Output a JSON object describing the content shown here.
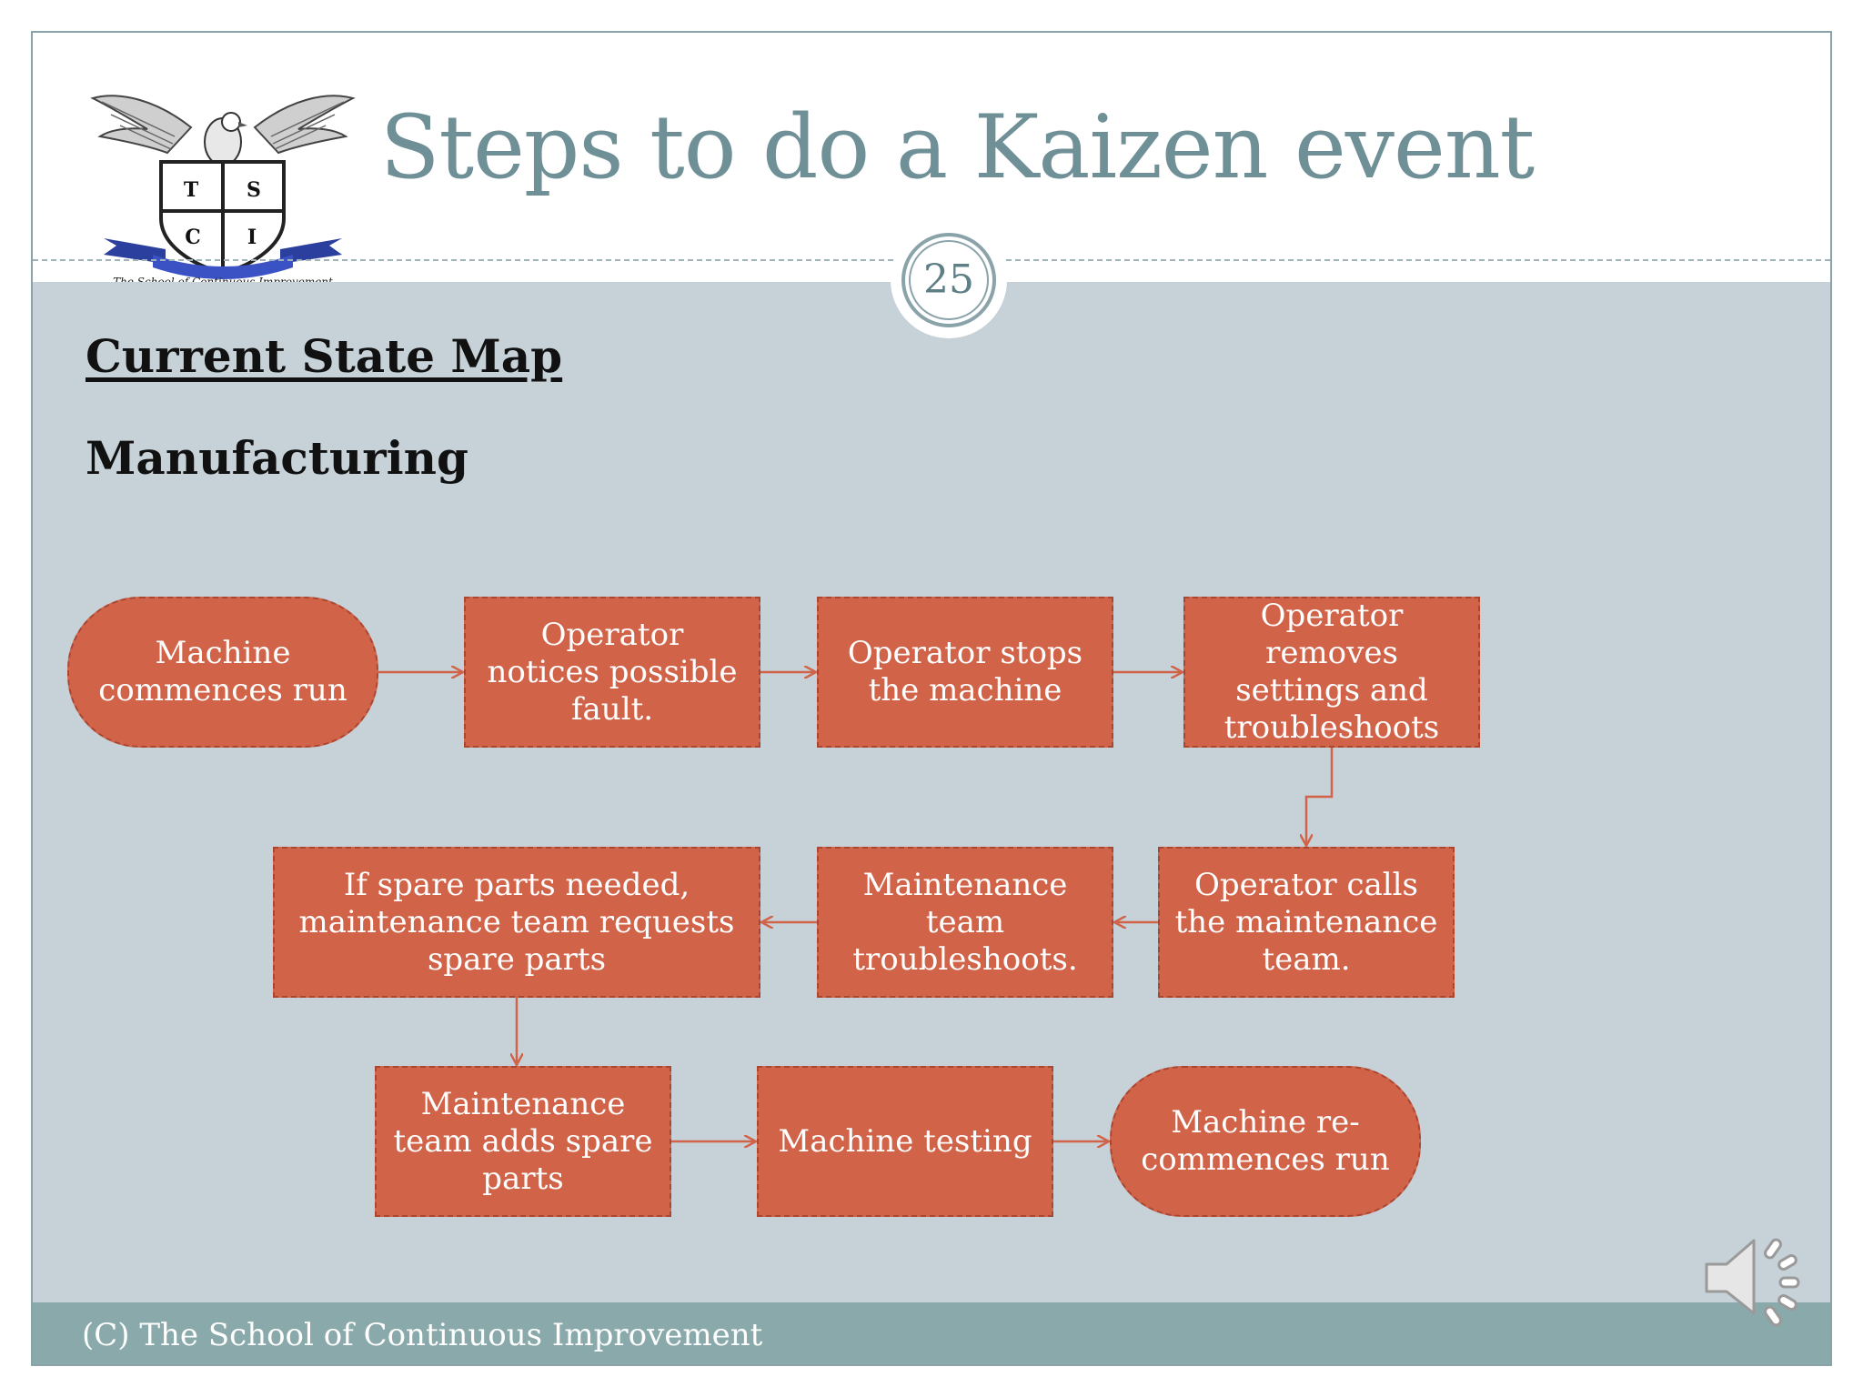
{
  "slide": {
    "title": "Steps to do a Kaizen event",
    "page_number": "25",
    "heading": "Current State Map",
    "subheading": "Manufacturing",
    "footer": "(C) The School of Continuous Improvement",
    "logo_caption": "The School of Continuous Improvement",
    "logo_letters": [
      "T",
      "S",
      "C",
      "I"
    ]
  },
  "flow": {
    "nodes": [
      {
        "id": "n1",
        "label": "Machine commences run",
        "shape": "terminal"
      },
      {
        "id": "n2",
        "label": "Operator notices possible fault.",
        "shape": "process"
      },
      {
        "id": "n3",
        "label": "Operator stops the machine",
        "shape": "process"
      },
      {
        "id": "n4",
        "label": "Operator removes settings and troubleshoots",
        "shape": "process"
      },
      {
        "id": "n5",
        "label": "Operator calls the maintenance team.",
        "shape": "process"
      },
      {
        "id": "n6",
        "label": "Maintenance team troubleshoots.",
        "shape": "process"
      },
      {
        "id": "n7",
        "label": "If spare parts needed, maintenance team requests spare parts",
        "shape": "process"
      },
      {
        "id": "n8",
        "label": "Maintenance team adds spare parts",
        "shape": "process"
      },
      {
        "id": "n9",
        "label": "Machine testing",
        "shape": "process"
      },
      {
        "id": "n10",
        "label": "Machine re-commences run",
        "shape": "terminal"
      }
    ],
    "edges": [
      [
        "n1",
        "n2"
      ],
      [
        "n2",
        "n3"
      ],
      [
        "n3",
        "n4"
      ],
      [
        "n4",
        "n5"
      ],
      [
        "n5",
        "n6"
      ],
      [
        "n6",
        "n7"
      ],
      [
        "n7",
        "n8"
      ],
      [
        "n8",
        "n9"
      ],
      [
        "n9",
        "n10"
      ]
    ]
  },
  "colors": {
    "title": "#6f9097",
    "body_background": "#c6d2d8",
    "node_fill": "#d16349",
    "node_border": "#a94632",
    "arrow": "#d16349",
    "footer_background": "#8aa9aa"
  },
  "icons": {
    "logo": "eagle-shield-logo",
    "audio": "speaker-icon"
  }
}
